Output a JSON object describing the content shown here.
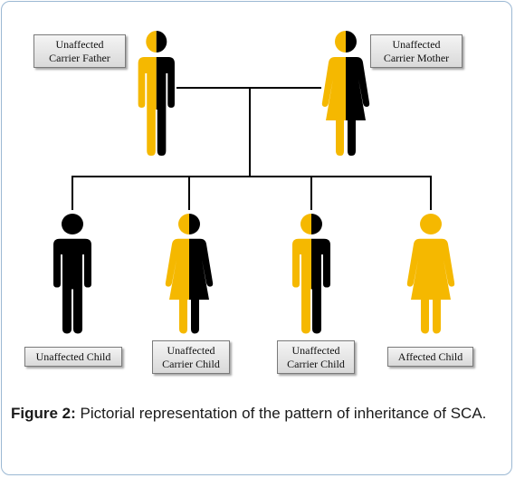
{
  "labels": {
    "father": "Unaffected\nCarrier Father",
    "mother": "Unaffected\nCarrier Mother",
    "child1": "Unaffected Child",
    "child2": "Unaffected\nCarrier Child",
    "child3": "Unaffected\nCarrier Child",
    "child4": "Affected Child"
  },
  "caption": {
    "prefix": "Figure 2:",
    "text": " Pictorial representation of the pattern of inheritance of SCA."
  },
  "colors": {
    "affected": "#f5b800",
    "unaffected": "#000000",
    "line": "#000000",
    "border": "#9bb8d3"
  }
}
